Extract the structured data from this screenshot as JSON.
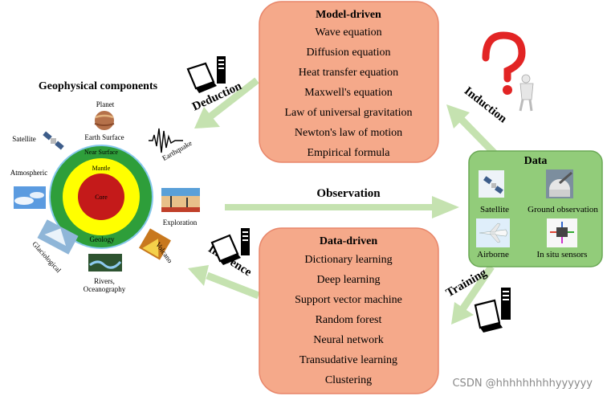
{
  "geophysical": {
    "title": "Geophysical components",
    "layers": {
      "core": "Core",
      "mantle": "Mantle",
      "near_surface": "Near Surface",
      "geology": "Geology"
    },
    "planet": "Planet",
    "earth_surface": "Earth Surface",
    "satellite": "Satellite",
    "atmospheric": "Atmospheric",
    "glaciological": "Glaciological",
    "rivers_line1": "Rivers,",
    "rivers_line2": "Oceanography",
    "volcano": "Volcano",
    "exploration": "Exploration",
    "earthquake": "Earthquake"
  },
  "model_driven": {
    "title": "Model-driven",
    "items": [
      "Wave equation",
      "Diffusion equation",
      "Heat transfer equation",
      "Maxwell's equation",
      "Law of universal gravitation",
      "Newton's law of motion",
      "Empirical formula"
    ]
  },
  "data_driven": {
    "title": "Data-driven",
    "items": [
      "Dictionary learning",
      "Deep learning",
      "Support vector machine",
      "Random forest",
      "Neural network",
      "Transudative learning",
      "Clustering"
    ]
  },
  "data_box": {
    "title": "Data",
    "items": [
      "Satellite",
      "Ground observation",
      "Airborne",
      "In situ sensors"
    ]
  },
  "arrows": {
    "deduction": "Deduction",
    "induction": "Induction",
    "observation": "Observation",
    "inference": "Inference",
    "training": "Training"
  },
  "watermark": "CSDN @hhhhhhhhhyyyyyy",
  "colors": {
    "box_fill": "#f5a98a",
    "box_border": "#e8866a",
    "blue_title": "#4a6fd0",
    "red_title": "#e01010",
    "data_fill": "#92cc7a",
    "data_border": "#6aa855",
    "arrow": "#c5e2b0",
    "core": "#c41a1a",
    "mantle": "#ffff00",
    "crust": "#2e9e3a"
  }
}
